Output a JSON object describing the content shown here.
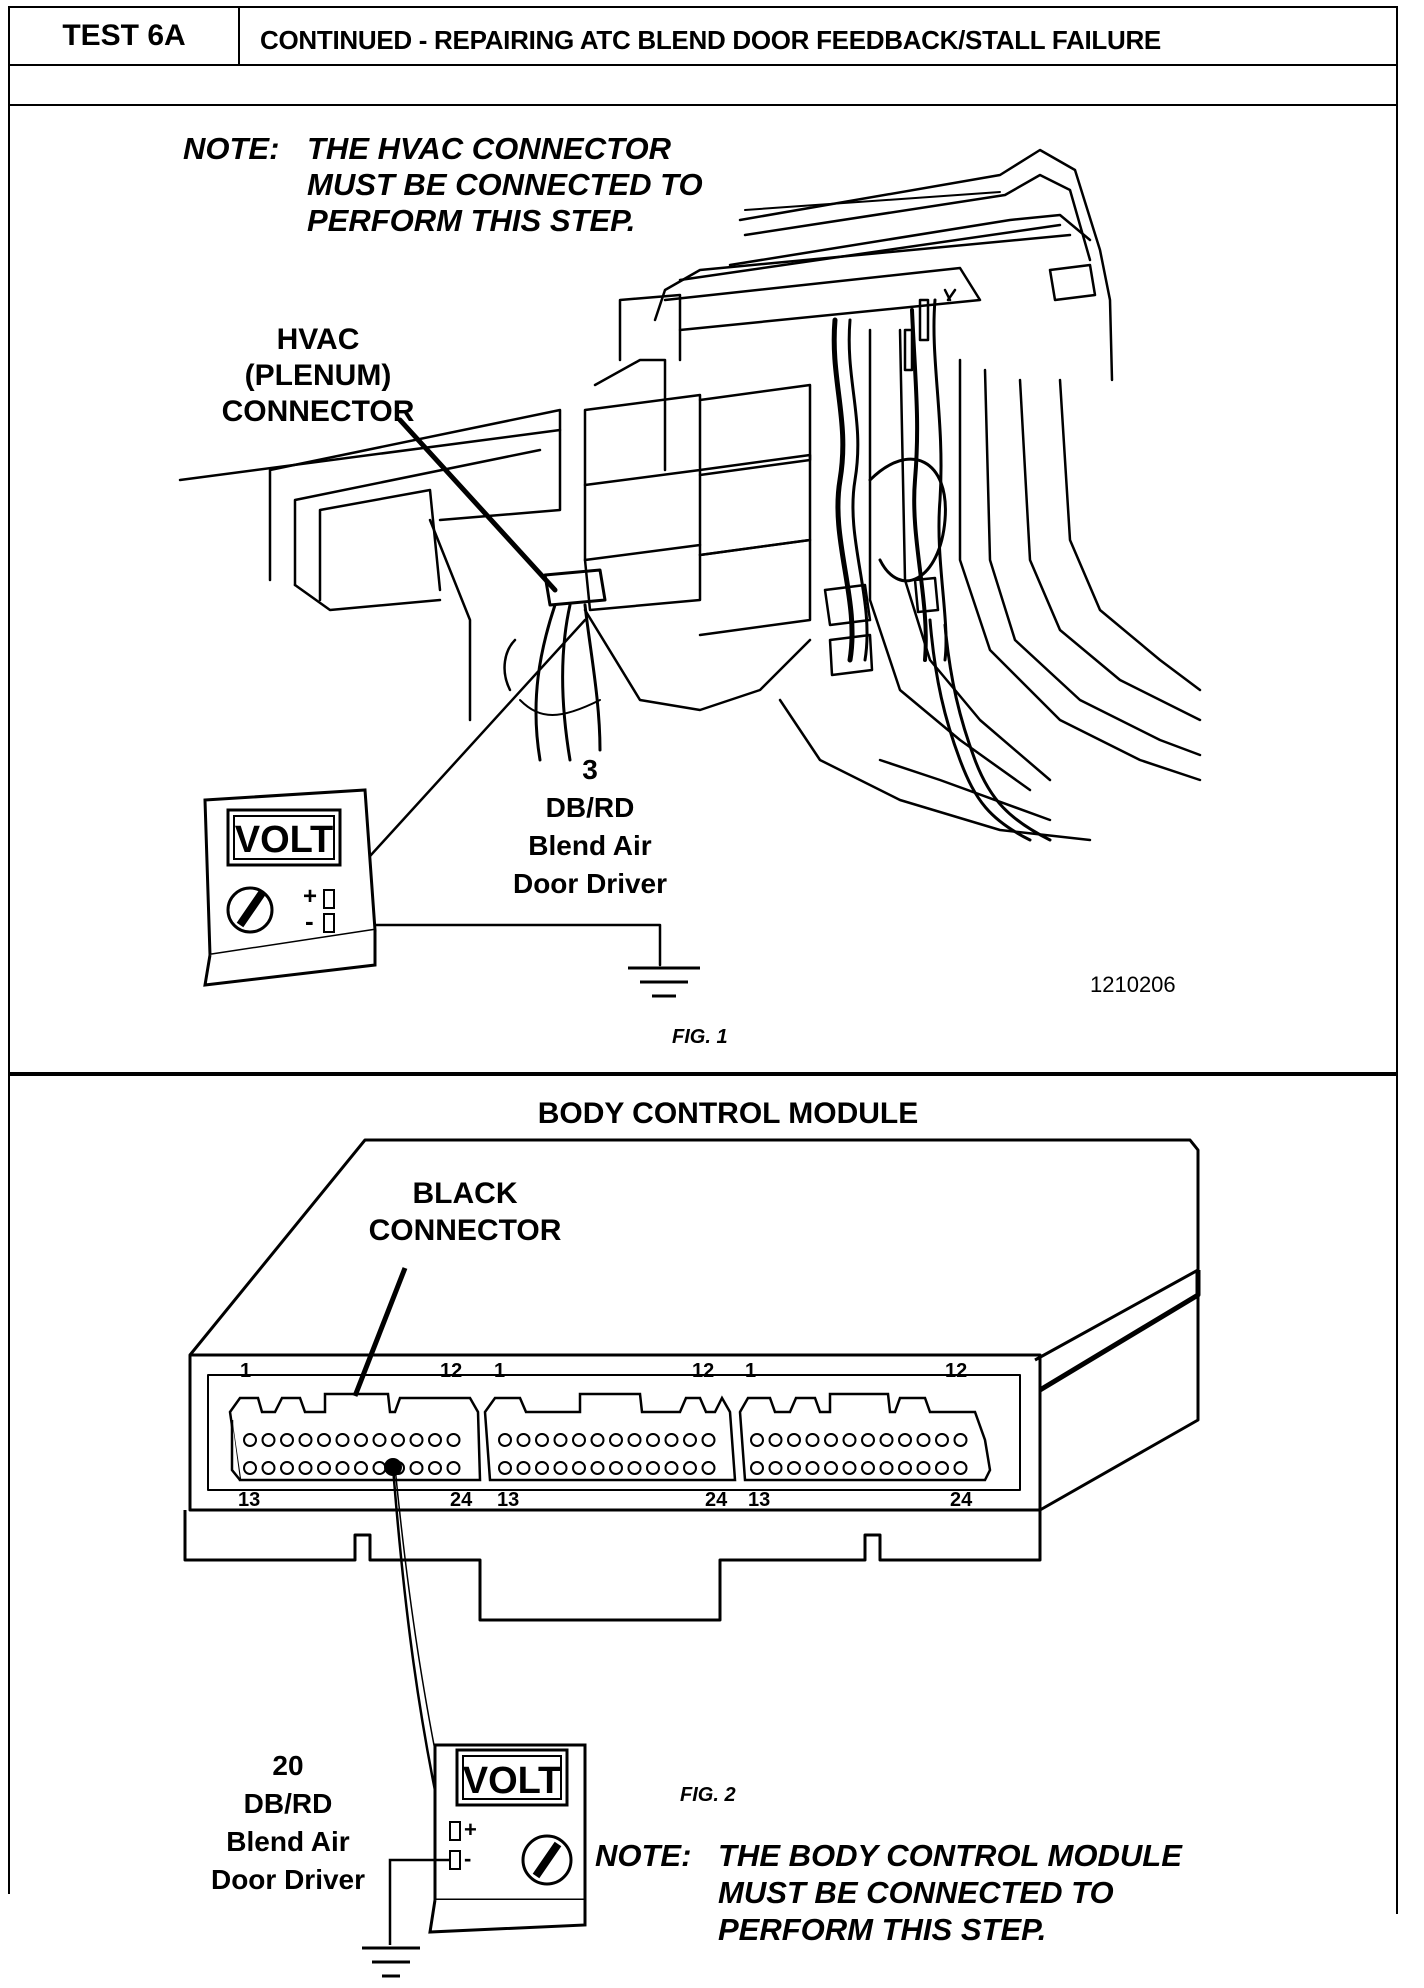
{
  "header": {
    "test_id": "TEST 6A",
    "title": "CONTINUED - REPAIRING ATC BLEND DOOR FEEDBACK/STALL FAILURE"
  },
  "fig1": {
    "note_prefix": "NOTE:",
    "note_line1": "THE HVAC CONNECTOR",
    "note_line2": "MUST BE CONNECTED TO",
    "note_line3": "PERFORM THIS STEP.",
    "connector_label_line1": "HVAC",
    "connector_label_line2": "(PLENUM)",
    "connector_label_line3": "CONNECTOR",
    "wire_line1": "3",
    "wire_line2": "DB/RD",
    "wire_line3": "Blend Air",
    "wire_line4": "Door Driver",
    "meter_label": "VOLT",
    "meter_plus": "+",
    "meter_minus": "-",
    "part_code": "1210206",
    "caption": "FIG. 1"
  },
  "fig2": {
    "title": "BODY CONTROL MODULE",
    "connector_label_line1": "BLACK",
    "connector_label_line2": "CONNECTOR",
    "pin_labels": {
      "top_first": "1",
      "top_last": "12",
      "bottom_first": "13",
      "bottom_last": "24"
    },
    "wire_line1": "20",
    "wire_line2": "DB/RD",
    "wire_line3": "Blend Air",
    "wire_line4": "Door Driver",
    "meter_label": "VOLT",
    "meter_plus": "+",
    "meter_minus": "-",
    "caption": "FIG. 2",
    "note_prefix": "NOTE:",
    "note_line1": "THE BODY CONTROL MODULE",
    "note_line2": "MUST BE CONNECTED TO",
    "note_line3": "PERFORM THIS STEP."
  }
}
